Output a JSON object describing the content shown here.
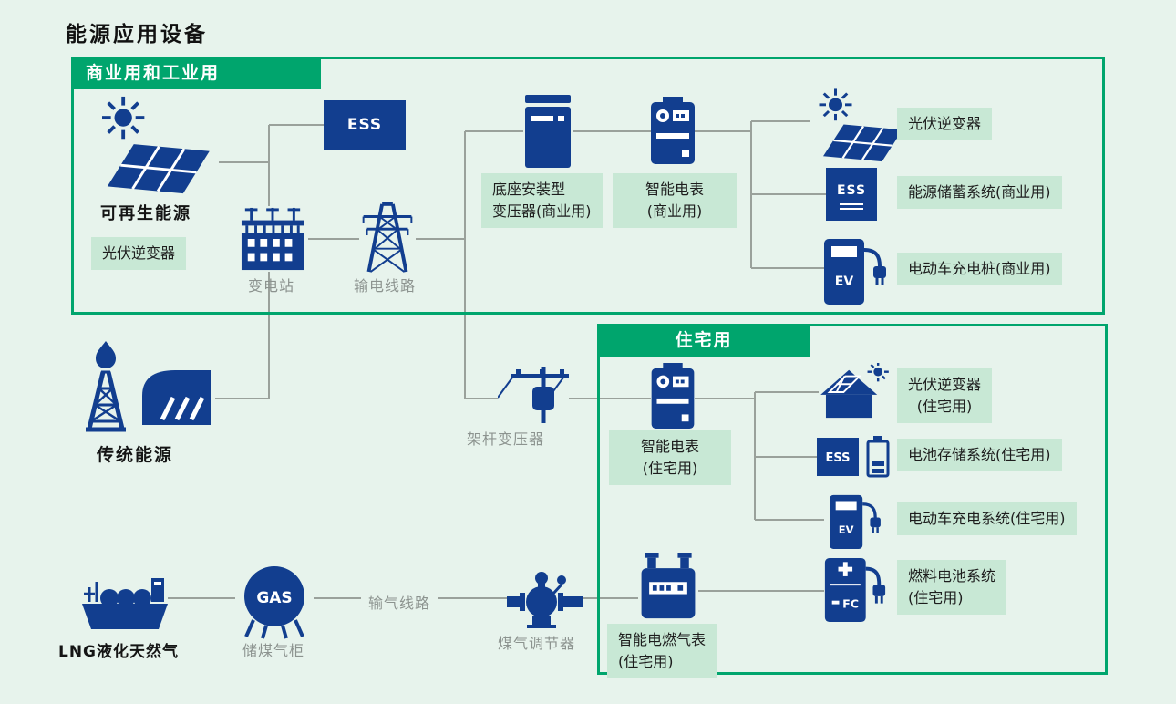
{
  "title": "能源应用设备",
  "colors": {
    "background": "#e7f3ec",
    "primary_blue": "#123e8f",
    "accent_green": "#00a56d",
    "label_green": "#c8e8d5",
    "line_gray": "#9aa19b",
    "muted_text": "#8c938f"
  },
  "commercial": {
    "header": "商业用和工业用",
    "renewable": "可再生能源",
    "pv_inverter": "光伏逆变器",
    "substation": "变电站",
    "transmission": "输电线路",
    "pad_transformer": "底座安装型\n变压器(商业用)",
    "smart_meter": "智能电表\n(商业用)",
    "pv_inverter_right": "光伏逆变器",
    "storage_right": "能源储蓄系统(商业用)",
    "ev_right": "电动车充电桩(商业用)"
  },
  "residential": {
    "header": "住宅用",
    "pole_transformer": "架杆变压器",
    "smart_meter": "智能电表\n(住宅用)",
    "pv_inverter": "光伏逆变器\n(住宅用)",
    "battery": "电池存储系统(住宅用)",
    "ev": "电动车充电系统(住宅用)",
    "fuel_cell": "燃料电池系统\n(住宅用)",
    "gas_meter": "智能电燃气表\n(住宅用)"
  },
  "sources": {
    "traditional": "传统能源",
    "lng": "LNG液化天然气",
    "gas_holder": "储煤气柜",
    "gas_pipeline": "输气线路",
    "gas_regulator": "煤气调节器"
  },
  "icon_text": {
    "ess": "ESS",
    "ev": "EV",
    "fc": "FC",
    "gas": "GAS"
  },
  "icons": {
    "solar-panel-sun-icon": "sun burst with tilted PV panel grid",
    "substation-icon": "substation building with busbars",
    "transmission-tower-icon": "lattice power tower",
    "pad-transformer-icon": "pad-mounted transformer cabinet",
    "smart-meter-icon": "electric meter with display",
    "ev-charger-icon": "charging post with plug cable",
    "battery-icon": "battery cell outline",
    "house-solar-icon": "house with rooftop PV and sun",
    "pole-transformer-icon": "utility pole with transformer drum",
    "oil-derrick-icon": "drilling derrick with flame",
    "hydro-dam-icon": "dam with spill gates",
    "lng-ship-icon": "LNG carrier ship with domes",
    "gas-holder-icon": "spherical gas tank on legs",
    "gas-regulator-icon": "gas pressure regulator valve",
    "gas-meter-icon": "gas meter with twin pipes",
    "fuel-cell-icon": "fuel cell unit with plug"
  }
}
